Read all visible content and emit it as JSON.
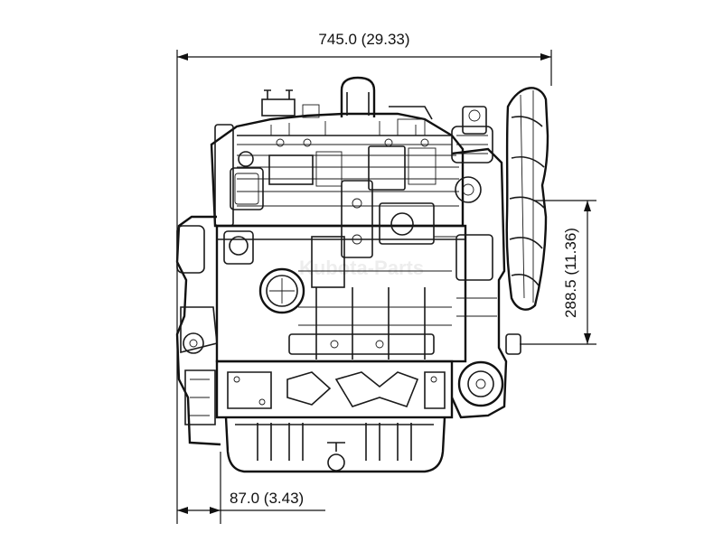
{
  "dimensions": {
    "overall_width": "745.0 (29.33)",
    "height_to_center": "288.5 (11.36)",
    "base_offset": "87.0 (3.43)"
  },
  "watermark": "Kubota-Parts"
}
